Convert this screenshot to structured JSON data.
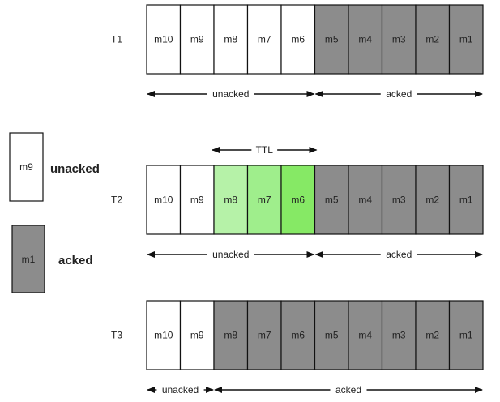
{
  "colors": {
    "white_cell": "#ffffff",
    "acked_cell": "#8c8c8c",
    "ttl_light": "#b6f2a8",
    "ttl_mid": "#9fee8c",
    "ttl_bright": "#86e965",
    "border": "#111111",
    "text": "#222222"
  },
  "legend": {
    "unacked": {
      "box_label": "m9",
      "text": "unacked"
    },
    "acked": {
      "box_label": "m1",
      "text": "acked"
    }
  },
  "rows": [
    {
      "label": "T1",
      "cells": [
        {
          "text": "m10",
          "state": "white"
        },
        {
          "text": "m9",
          "state": "white"
        },
        {
          "text": "m8",
          "state": "white"
        },
        {
          "text": "m7",
          "state": "white"
        },
        {
          "text": "m6",
          "state": "white"
        },
        {
          "text": "m5",
          "state": "acked"
        },
        {
          "text": "m4",
          "state": "acked"
        },
        {
          "text": "m3",
          "state": "acked"
        },
        {
          "text": "m2",
          "state": "acked"
        },
        {
          "text": "m1",
          "state": "acked"
        }
      ],
      "ranges": [
        {
          "label": "unacked",
          "from": 0,
          "to": 4
        },
        {
          "label": "acked",
          "from": 5,
          "to": 9
        }
      ]
    },
    {
      "label": "T2",
      "ttl": {
        "label": "TTL",
        "from": 2,
        "to": 4
      },
      "cells": [
        {
          "text": "m10",
          "state": "white"
        },
        {
          "text": "m9",
          "state": "white"
        },
        {
          "text": "m8",
          "state": "ttl_light"
        },
        {
          "text": "m7",
          "state": "ttl_mid"
        },
        {
          "text": "m6",
          "state": "ttl_bright"
        },
        {
          "text": "m5",
          "state": "acked"
        },
        {
          "text": "m4",
          "state": "acked"
        },
        {
          "text": "m3",
          "state": "acked"
        },
        {
          "text": "m2",
          "state": "acked"
        },
        {
          "text": "m1",
          "state": "acked"
        }
      ],
      "ranges": [
        {
          "label": "unacked",
          "from": 0,
          "to": 4
        },
        {
          "label": "acked",
          "from": 5,
          "to": 9
        }
      ]
    },
    {
      "label": "T3",
      "cells": [
        {
          "text": "m10",
          "state": "white"
        },
        {
          "text": "m9",
          "state": "white"
        },
        {
          "text": "m8",
          "state": "acked"
        },
        {
          "text": "m7",
          "state": "acked"
        },
        {
          "text": "m6",
          "state": "acked"
        },
        {
          "text": "m5",
          "state": "acked"
        },
        {
          "text": "m4",
          "state": "acked"
        },
        {
          "text": "m3",
          "state": "acked"
        },
        {
          "text": "m2",
          "state": "acked"
        },
        {
          "text": "m1",
          "state": "acked"
        }
      ],
      "ranges": [
        {
          "label": "unacked",
          "from": 0,
          "to": 1
        },
        {
          "label": "acked",
          "from": 2,
          "to": 9
        }
      ]
    }
  ]
}
